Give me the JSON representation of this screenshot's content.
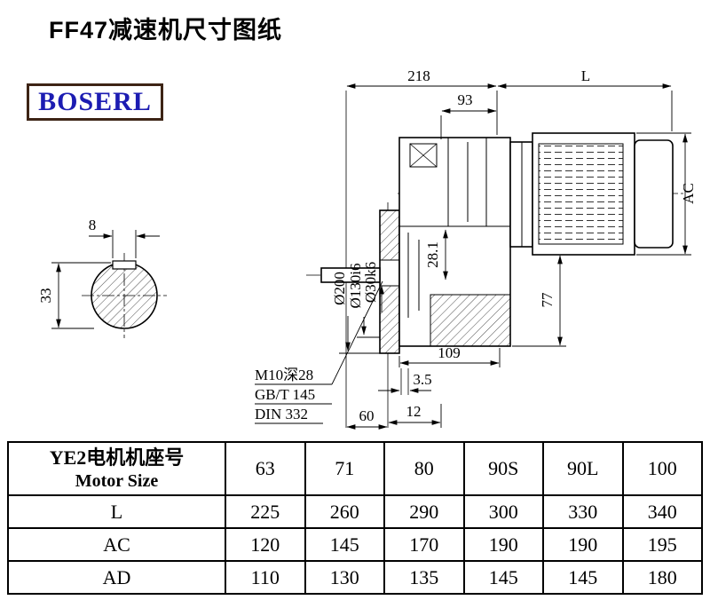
{
  "page": {
    "title": "FF47减速机尺寸图纸"
  },
  "logo": {
    "text": "BOSERL"
  },
  "drawing": {
    "dims": {
      "top_width": "218",
      "motor_length": "L",
      "d93": "93",
      "motor_height": "AC",
      "key_width": "8",
      "shaft_height": "33",
      "flange_dia": "Ø200",
      "spigot_dia": "Ø130i6",
      "shaft_dia": "Ø30k6",
      "d28_1": "28.1",
      "d77": "77",
      "d109": "109",
      "d3_5": "3.5",
      "d60": "60",
      "d12": "12"
    },
    "notes": {
      "line1": "M10深28",
      "line2": "GB/T 145",
      "line3": "DIN 332"
    }
  },
  "table": {
    "header": {
      "line1": "YE2电机机座号",
      "line2": "Motor Size"
    },
    "sizes": [
      "63",
      "71",
      "80",
      "90S",
      "90L",
      "100"
    ],
    "rows": [
      {
        "label": "L",
        "values": [
          "225",
          "260",
          "290",
          "300",
          "330",
          "340"
        ]
      },
      {
        "label": "AC",
        "values": [
          "120",
          "145",
          "170",
          "190",
          "190",
          "195"
        ]
      },
      {
        "label": "AD",
        "values": [
          "110",
          "130",
          "135",
          "145",
          "145",
          "180"
        ]
      }
    ]
  }
}
